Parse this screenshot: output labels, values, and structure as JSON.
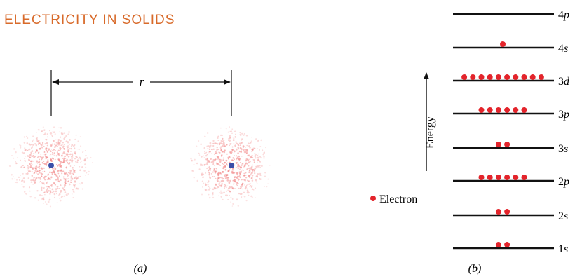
{
  "header": {
    "title": "ELECTRICITY IN SOLIDS"
  },
  "panel_a": {
    "distance_label": "r",
    "caption": "(a)",
    "atoms": [
      {
        "name": "left-atom"
      },
      {
        "name": "right-atom"
      }
    ]
  },
  "panel_b": {
    "axis_label": "Energy",
    "legend_label": "Electron",
    "caption": "(b)",
    "levels": [
      {
        "label": "4p",
        "n": "4",
        "l": "p",
        "electrons": 0
      },
      {
        "label": "4s",
        "n": "4",
        "l": "s",
        "electrons": 1
      },
      {
        "label": "3d",
        "n": "3",
        "l": "d",
        "electrons": 10
      },
      {
        "label": "3p",
        "n": "3",
        "l": "p",
        "electrons": 6
      },
      {
        "label": "3s",
        "n": "3",
        "l": "s",
        "electrons": 2
      },
      {
        "label": "2p",
        "n": "2",
        "l": "p",
        "electrons": 6
      },
      {
        "label": "2s",
        "n": "2",
        "l": "s",
        "electrons": 2
      },
      {
        "label": "1s",
        "n": "1",
        "l": "s",
        "electrons": 2
      }
    ]
  },
  "colors": {
    "heading": "#d86a2a",
    "electron": "#e3242b",
    "nucleus": "#3b4fa8",
    "cloud": "#f28b8b",
    "line": "#111111"
  }
}
